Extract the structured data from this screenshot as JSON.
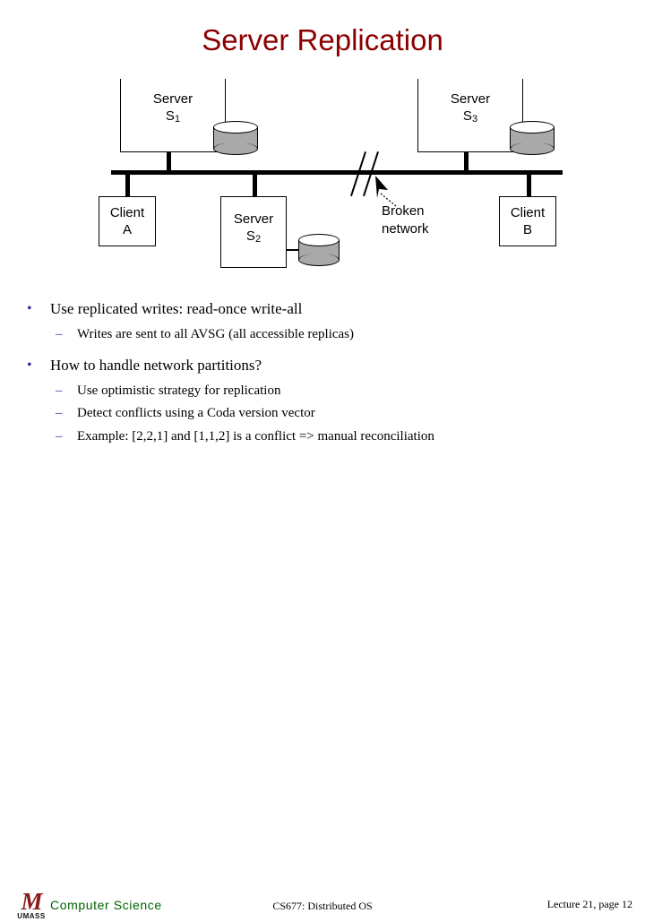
{
  "slide": {
    "title": "Server Replication"
  },
  "diagram": {
    "nodes": [
      {
        "id": "s1",
        "label": "Server",
        "sub": "S",
        "subscript": "1"
      },
      {
        "id": "s3",
        "label": "Server",
        "sub": "S",
        "subscript": "3"
      },
      {
        "id": "clientA",
        "label": "Client",
        "sub": "A",
        "subscript": ""
      },
      {
        "id": "s2",
        "label": "Server",
        "sub": "S",
        "subscript": "2"
      },
      {
        "id": "clientB",
        "label": "Client",
        "sub": "B",
        "subscript": ""
      }
    ],
    "annotation": {
      "line1": "Broken",
      "line2": "network"
    },
    "disks": [
      {
        "id": "disk-s1"
      },
      {
        "id": "disk-s3"
      },
      {
        "id": "disk-s2"
      }
    ]
  },
  "bullets": [
    {
      "level": 1,
      "marker": "•",
      "text": "Use replicated writes: read-once write-all"
    },
    {
      "level": 2,
      "marker": "–",
      "text": "Writes are sent to all AVSG (all accessible replicas)"
    },
    {
      "level": 1,
      "marker": "•",
      "text": "How to handle network partitions?"
    },
    {
      "level": 2,
      "marker": "–",
      "text": "Use optimistic strategy for replication"
    },
    {
      "level": 2,
      "marker": "–",
      "text": "Detect conflicts using a Coda version vector"
    },
    {
      "level": 2,
      "marker": "–",
      "text": "Example: [2,2,1] and [1,1,2] is a conflict => manual reconciliation"
    }
  ],
  "footer": {
    "logo_mark": "M",
    "logo_text": "UMASS",
    "department": "Computer Science",
    "course": "CS677: Distributed OS",
    "page": "Lecture 21, page 12"
  },
  "colors": {
    "title": "#8b0000",
    "bullet_marker": "#333399",
    "disk_fill": "#a9a9a9",
    "department": "#006400",
    "logo": "#8b1a1a"
  }
}
